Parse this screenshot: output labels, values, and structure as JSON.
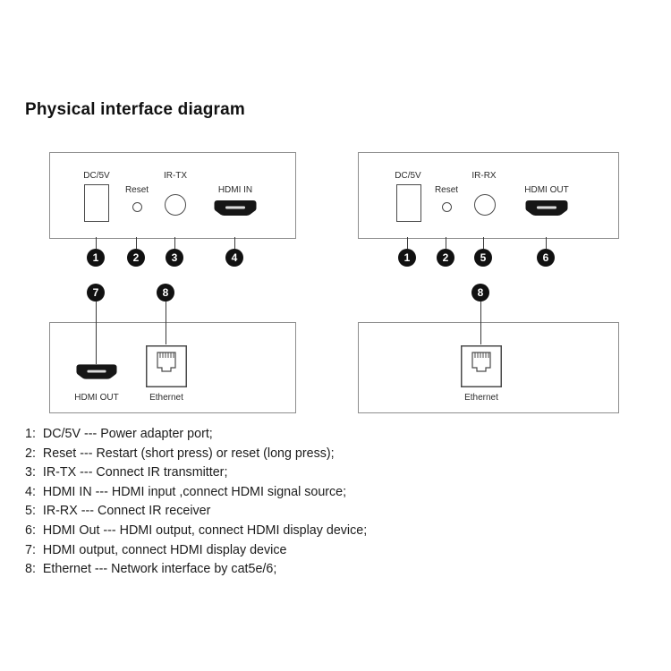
{
  "title": "Physical interface diagram",
  "tx_top": {
    "dc_label": "DC/5V",
    "reset_label": "Reset",
    "ir_label": "IR-TX",
    "hdmi_label": "HDMI IN",
    "markers": [
      "1",
      "2",
      "3",
      "4"
    ]
  },
  "rx_top": {
    "dc_label": "DC/5V",
    "reset_label": "Reset",
    "ir_label": "IR-RX",
    "hdmi_label": "HDMI OUT",
    "markers": [
      "1",
      "2",
      "5",
      "6"
    ]
  },
  "tx_bottom": {
    "hdmi_label": "HDMI OUT",
    "ethernet_label": "Ethernet",
    "markers": [
      "7",
      "8"
    ]
  },
  "rx_bottom": {
    "ethernet_label": "Ethernet",
    "markers": [
      "8"
    ]
  },
  "legend": [
    "1:  DC/5V --- Power adapter port;",
    "2:  Reset --- Restart (short press) or reset (long press);",
    "3:  IR-TX --- Connect IR transmitter;",
    "4:  HDMI IN --- HDMI input ,connect HDMI signal source;",
    "5:  IR-RX --- Connect IR receiver",
    "6:  HDMI Out --- HDMI output, connect HDMI display device;",
    "7:  HDMI output, connect HDMI display device",
    "8:  Ethernet --- Network interface by cat5e/6;"
  ],
  "colors": {
    "marker_fill": "#111111",
    "port_outline": "#4a4a4a",
    "box_border": "#8e8e8e",
    "text": "#1c1c1c",
    "background": "#ffffff"
  }
}
